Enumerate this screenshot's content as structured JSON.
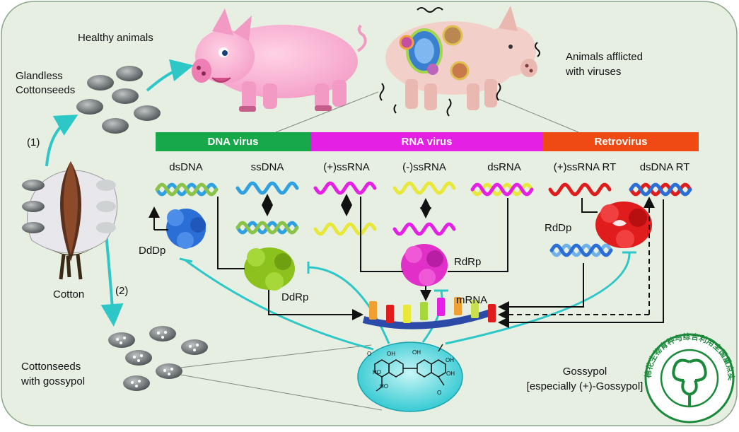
{
  "labels": {
    "healthy": "Healthy animals",
    "glandless": "Glandless\nCottonseeds",
    "afflicted": "Animals afflicted\nwith viruses",
    "path1": "(1)",
    "path2": "(2)",
    "cotton": "Cotton",
    "cottonseeds_gossypol": "Cottonseeds\nwith gossypol",
    "gossypol": "Gossypol\n[especially (+)-Gossypol]",
    "mrna": "mRNA",
    "dddp": "DdDp",
    "ddrp": "DdRp",
    "rdrp": "RdRp",
    "rddp": "RdDp"
  },
  "bands": {
    "dna": "DNA virus",
    "rna": "RNA virus",
    "retro": "Retrovirus"
  },
  "virus_types": {
    "dsdna": "dsDNA",
    "ssdna": "ssDNA",
    "pos_ssrna": "(+)ssRNA",
    "neg_ssrna": "(-)ssRNA",
    "dsrna": "dsRNA",
    "pos_ssrna_rt": "(+)ssRNA RT",
    "dsdna_rt": "dsDNA RT"
  },
  "colors": {
    "panel_bg": "#e6efe2",
    "teal_arrow": "#2ec7c7",
    "dna_band": "#17a84a",
    "rna_band": "#e320e3",
    "retro_band": "#f04a14",
    "enzyme_blue": "#2b6fd6",
    "enzyme_green": "#8cc21e",
    "enzyme_magenta": "#e030c8",
    "enzyme_red": "#e01c1c"
  },
  "seal": {
    "outer_text": "棉花生物育种与综合利用全国重点实验室"
  }
}
